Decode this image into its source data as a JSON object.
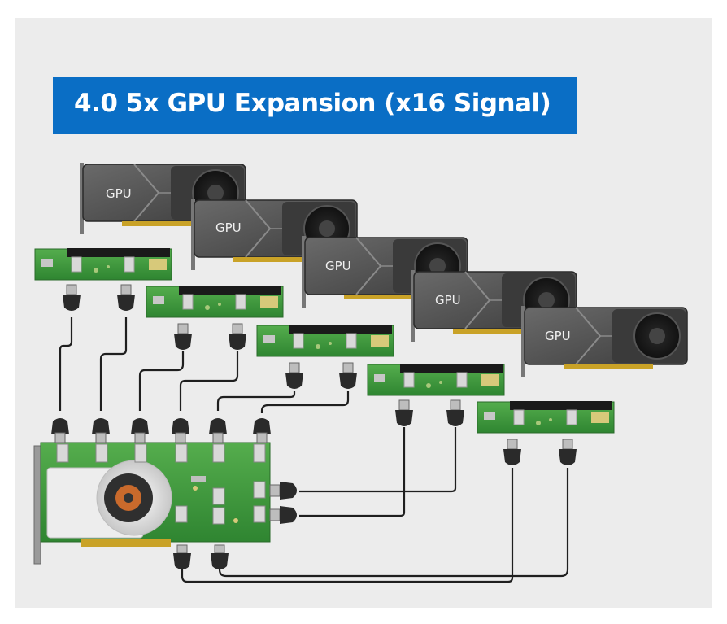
{
  "banner": {
    "title": "4.0  5x GPU Expansion (x16 Signal)",
    "color": "#0a6ec5"
  },
  "gpu_cards": [
    {
      "label": "GPU"
    },
    {
      "label": "GPU"
    },
    {
      "label": "GPU"
    },
    {
      "label": "GPU"
    },
    {
      "label": "GPU"
    }
  ],
  "colors": {
    "background": "#ececec",
    "gpu_body": "#4d4d4d",
    "pcb_green": "#3f9a3c",
    "cable": "#222222"
  }
}
